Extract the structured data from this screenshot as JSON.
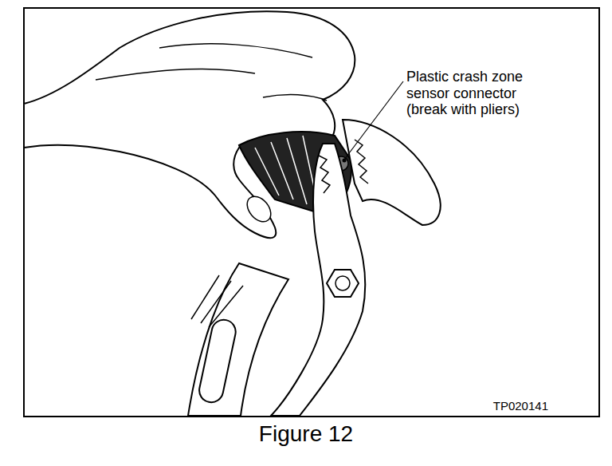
{
  "diagram": {
    "caption": "Figure 12",
    "labels": [
      "Plastic crash zone sensor connector (break with pliers)",
      "TP020141"
    ]
  }
}
